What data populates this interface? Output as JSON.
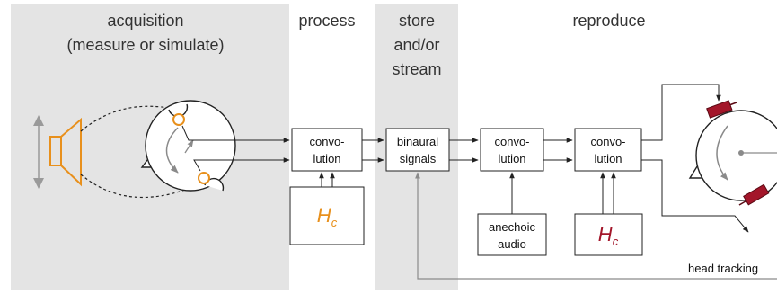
{
  "headers": {
    "acquisition_line1": "acquisition",
    "acquisition_line2": "(measure or  simulate)",
    "process": "process",
    "store_line1": "store",
    "store_line2": "and/or",
    "store_line3": "stream",
    "reproduce": "reproduce"
  },
  "blocks": {
    "convolution_1": {
      "line1": "convo-",
      "line2": "lution"
    },
    "binaural": {
      "line1": "binaural",
      "line2": "signals"
    },
    "convolution_2": {
      "line1": "convo-",
      "line2": "lution"
    },
    "convolution_3": {
      "line1": "convo-",
      "line2": "lution"
    },
    "anechoic": {
      "line1": "anechoic",
      "line2": "audio"
    },
    "hc_process": {
      "symbol": "H",
      "subscript": "c"
    },
    "hc_reproduce": {
      "symbol": "H",
      "subscript": "c"
    }
  },
  "labels": {
    "head_tracking": "head tracking"
  },
  "colors": {
    "panel": "#e4e4e4",
    "orange": "#e8901c",
    "crimson": "#a3162a",
    "arrow_gray": "#7a7a7a",
    "line": "#222222"
  }
}
